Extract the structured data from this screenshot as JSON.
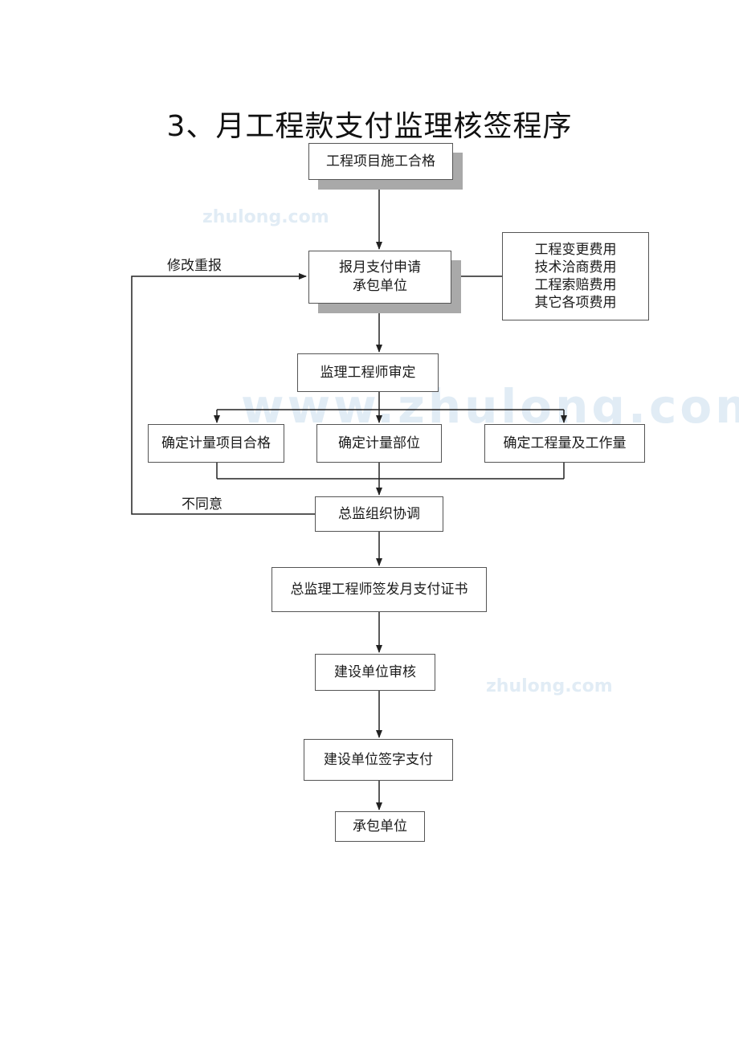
{
  "title": "3、月工程款支付监理核签程序",
  "watermarks": [
    "zhulong.com",
    "www.zhulong.com",
    "zhulong.com"
  ],
  "nodes": {
    "project_qualified": "工程项目施工合格",
    "monthly_application_line1": "报月支付申请",
    "monthly_application_line2": "承包单位",
    "cost_items": [
      "工程变更费用",
      "技术洽商费用",
      "工程索赔费用",
      "其它各项费用"
    ],
    "supervisor_review": "监理工程师审定",
    "confirm_items": "确定计量项目合格",
    "confirm_parts": "确定计量部位",
    "confirm_quantity": "确定工程量及工作量",
    "chief_coordination": "总监组织协调",
    "chief_sign_certificate": "总监理工程师签发月支付证书",
    "owner_review": "建设单位审核",
    "owner_sign_pay": "建设单位签字支付",
    "contractor": "承包单位"
  },
  "labels": {
    "resubmit": "修改重报",
    "disagree": "不同意"
  }
}
